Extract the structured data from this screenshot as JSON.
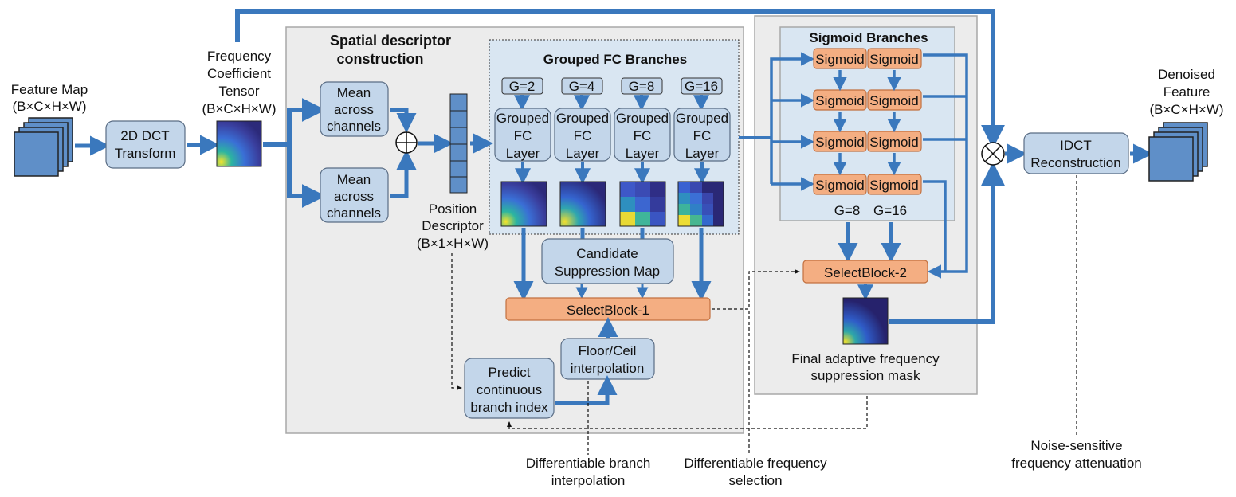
{
  "colors": {
    "arrow": "#3a78bd",
    "panel": "#ececec",
    "panel_border": "#a8a8a8",
    "blue_box": "#c3d6ea",
    "blue_box_border": "#5a6d85",
    "orange_box": "#f4ae82",
    "orange_box_border": "#c2703f",
    "inner_panel": "#d9e6f2",
    "stack_face": "#5f8fc8"
  },
  "input": {
    "title": "Feature Map",
    "shape": "(B×C×H×W)"
  },
  "dct": {
    "line1": "2D DCT",
    "line2": "Transform"
  },
  "freq_tensor": {
    "line1": "Frequency",
    "line2": "Coefficient",
    "line3": "Tensor",
    "shape": "(B×C×H×W)"
  },
  "spatial": {
    "title_line1": "Spatial descriptor",
    "title_line2": "construction",
    "mean_box": {
      "line1": "Mean",
      "line2": "across",
      "line3": "channels"
    },
    "position": {
      "line1": "Position",
      "line2": "Descriptor",
      "shape": "(B×1×H×W)"
    }
  },
  "grouped": {
    "title": "Grouped FC Branches",
    "groups": [
      "G=2",
      "G=4",
      "G=8",
      "G=16"
    ],
    "layer": {
      "line1": "Grouped",
      "line2": "FC",
      "line3": "Layer"
    }
  },
  "candidate": {
    "line1": "Candidate",
    "line2": "Suppression Map"
  },
  "select1": "SelectBlock-1",
  "floor_ceil": {
    "line1": "Floor/Ceil",
    "line2": "interpolation"
  },
  "predict": {
    "line1": "Predict",
    "line2": "continuous",
    "line3": "branch index"
  },
  "sigmoid": {
    "title": "Sigmoid Branches",
    "label": "Sigmoid",
    "g8": "G=8",
    "g16": "G=16"
  },
  "select2": "SelectBlock-2",
  "final_mask": {
    "line1": "Final adaptive frequency",
    "line2": "suppression mask"
  },
  "idct": {
    "line1": "IDCT",
    "line2": "Reconstruction"
  },
  "output": {
    "line1": "Denoised",
    "line2": "Feature",
    "shape": "(B×C×H×W)"
  },
  "annotations": {
    "branch_interp": {
      "line1": "Differentiable branch",
      "line2": "interpolation"
    },
    "freq_select": {
      "line1": "Differentiable frequency",
      "line2": "selection"
    },
    "noise": {
      "line1": "Noise-sensitive",
      "line2": "frequency attenuation"
    }
  }
}
